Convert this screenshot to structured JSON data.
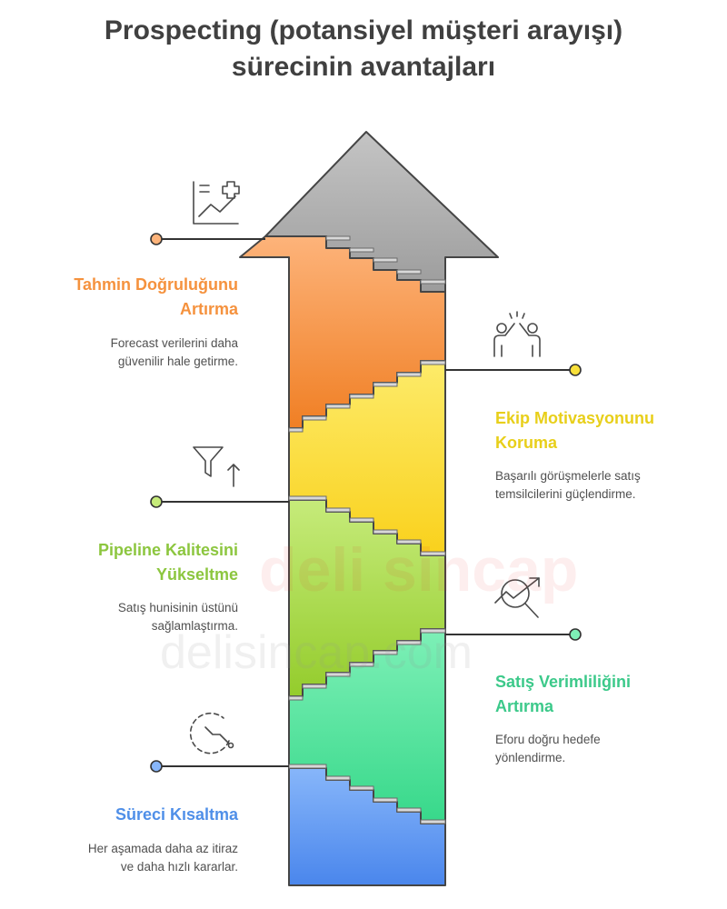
{
  "title": {
    "line1": "Prospecting (potansiyel müşteri arayışı)",
    "line2": "sürecinin avantajları"
  },
  "benefits": [
    {
      "title_lines": [
        "Tahmin Doğruluğunu",
        "Artırma"
      ],
      "desc_lines": [
        "Forecast verilerini daha",
        "güvenilir hale getirme."
      ],
      "color": "#F5923E",
      "side": "left",
      "icon": "chart-plus-icon"
    },
    {
      "title_lines": [
        "Ekip Motivasyonunu",
        "Koruma"
      ],
      "desc_lines": [
        "Başarılı görüşmelerle satış",
        "temsilcilerini güçlendirme."
      ],
      "color": "#E8CF1A",
      "side": "right",
      "icon": "high-five-icon"
    },
    {
      "title_lines": [
        "Pipeline Kalitesini",
        "Yükseltme"
      ],
      "desc_lines": [
        "Satış hunisinin üstünü",
        "sağlamlaştırma."
      ],
      "color": "#8CC63F",
      "side": "left",
      "icon": "funnel-up-icon"
    },
    {
      "title_lines": [
        "Satış Verimliliğini",
        "Artırma"
      ],
      "desc_lines": [
        "Eforu doğru hedefe",
        "yönlendirme."
      ],
      "color": "#3CC98A",
      "side": "right",
      "icon": "magnifier-growth-icon"
    },
    {
      "title_lines": [
        "Süreci Kısaltma"
      ],
      "desc_lines": [
        "Her aşamada daha az itiraz",
        "ve daha hızlı kararlar."
      ],
      "color": "#4F8FE8",
      "side": "left",
      "icon": "timer-icon"
    }
  ],
  "watermark": {
    "line1": "deli sincap",
    "line2": "delisincap.com"
  }
}
